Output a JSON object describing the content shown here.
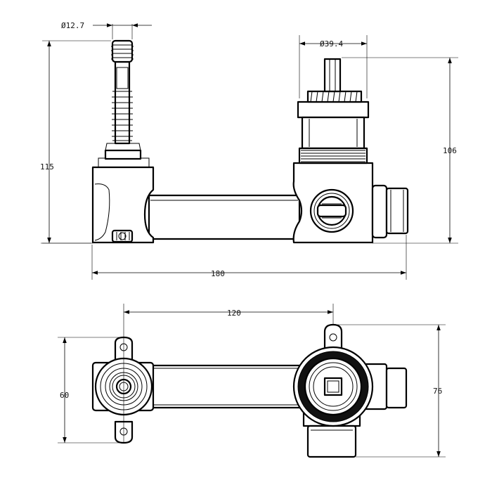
{
  "dimensions": {
    "dia_small": "Ø12.7",
    "dia_large": "Ø39.4",
    "height_left": "115",
    "height_right": "106",
    "overall_width": "180",
    "center_distance": "120",
    "depth_left": "60",
    "depth_right": "76"
  },
  "colors": {
    "line": "#000000",
    "background": "#ffffff"
  }
}
